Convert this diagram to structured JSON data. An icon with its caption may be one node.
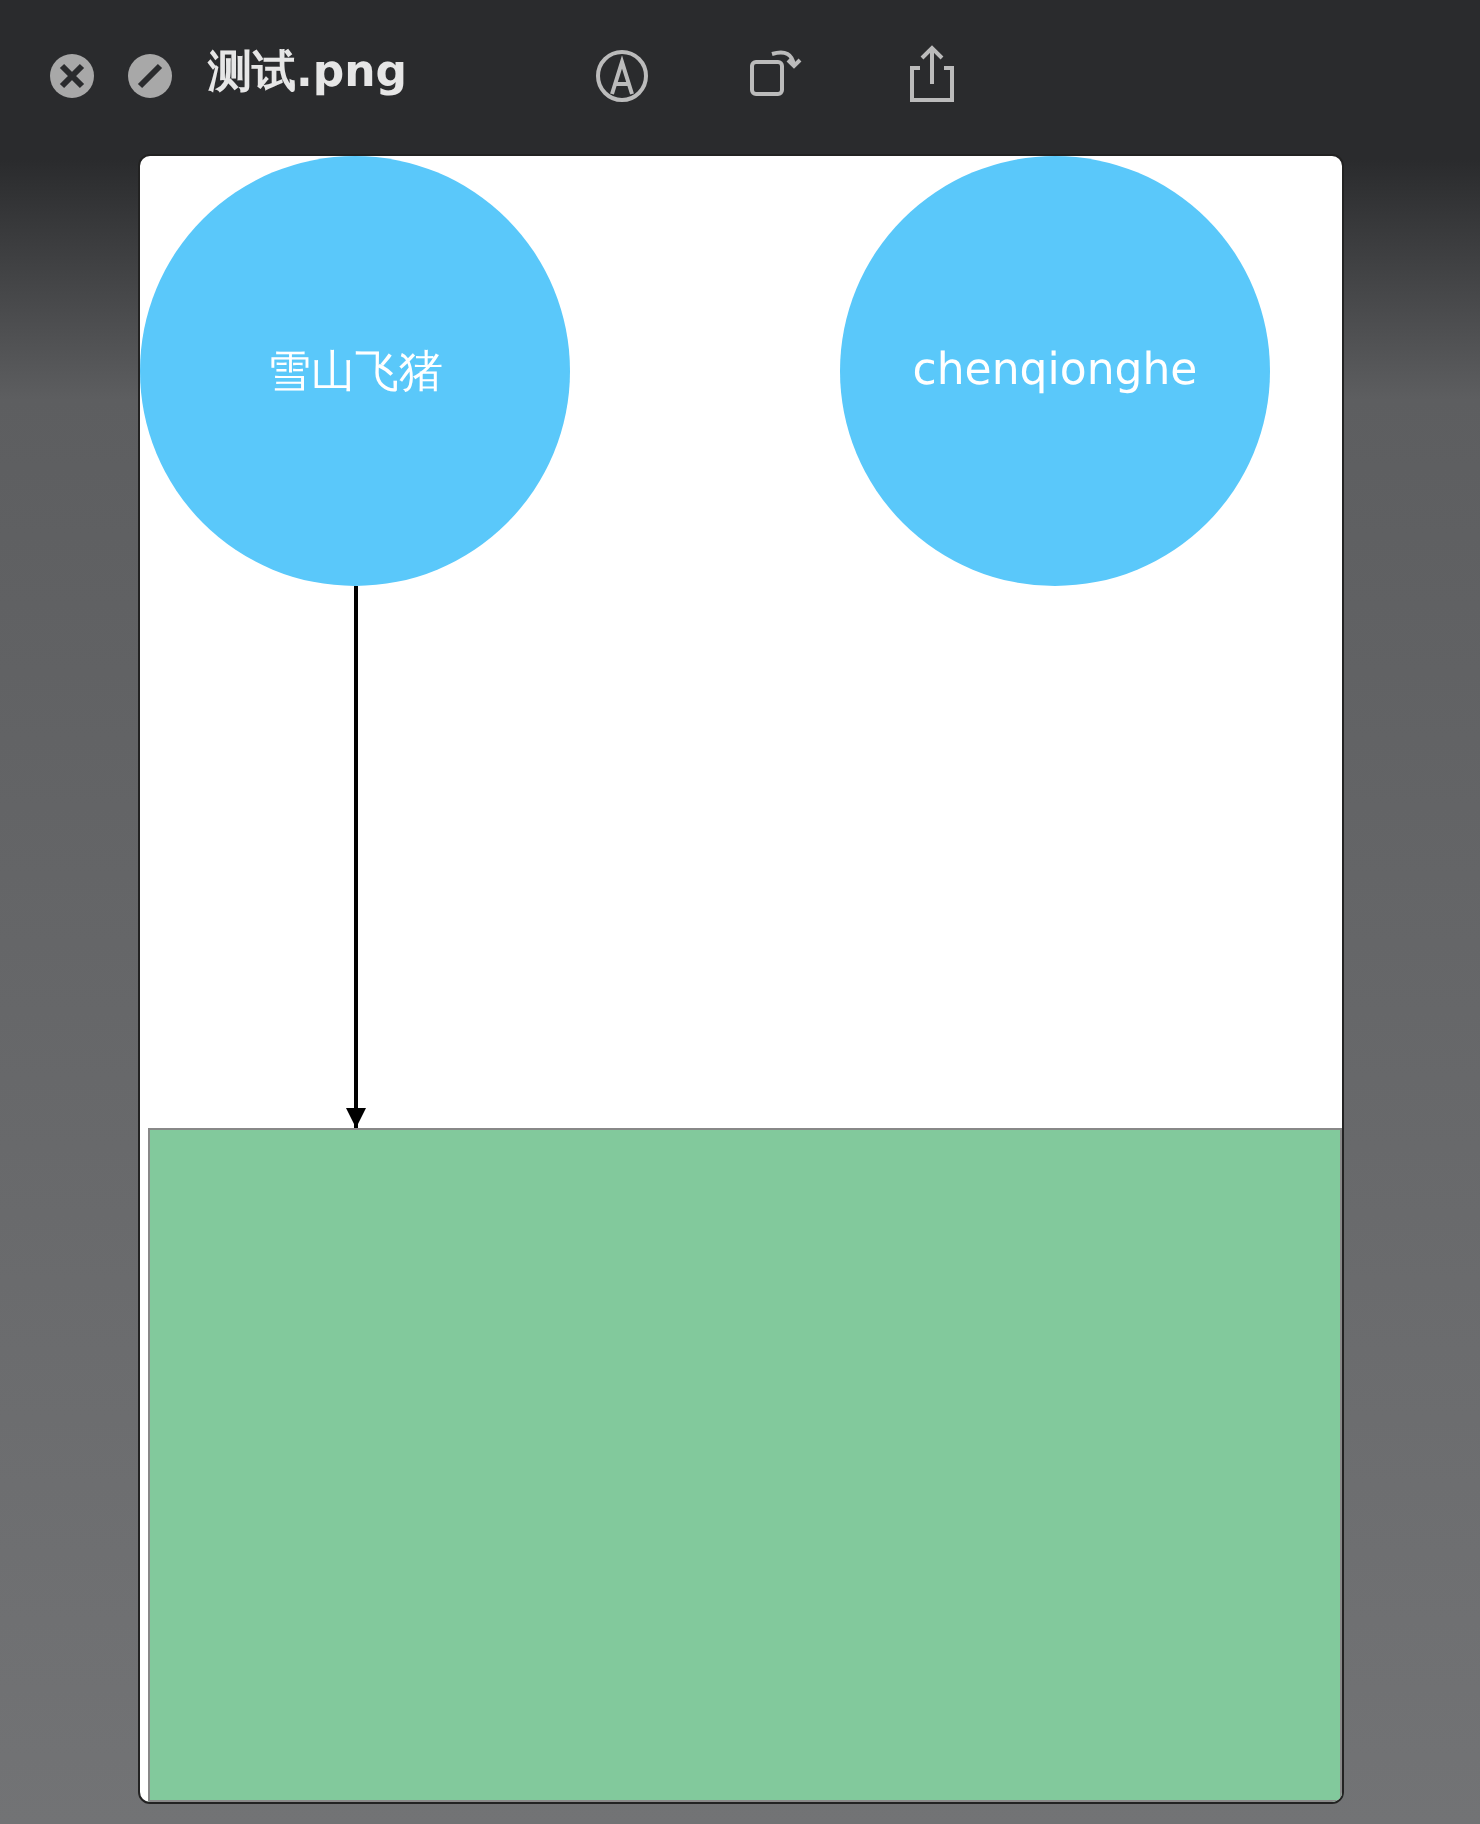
{
  "diagram": {
    "title": "测试.png",
    "nodes": [
      {
        "text": [
          "雪山飞猪"
        ]
      },
      {
        "text": [
          "chenqionghe"
        ]
      },
      {
        "text": [],
        "shape": "box"
      }
    ],
    "edges": [
      {
        "from": 0,
        "to": 2,
        "arrow": "to"
      }
    ]
  }
}
